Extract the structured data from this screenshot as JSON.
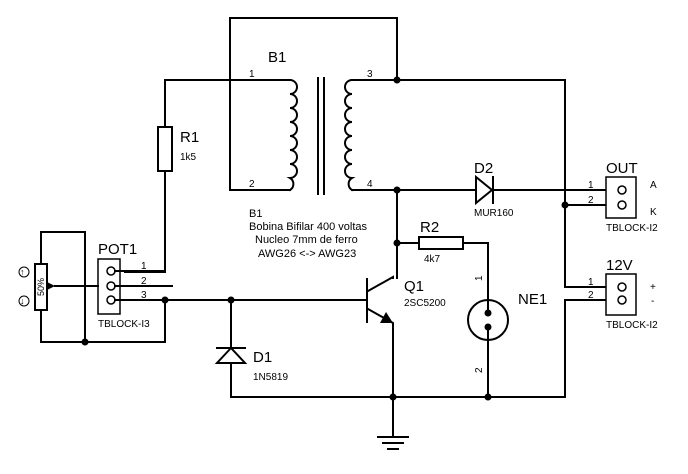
{
  "transformer": {
    "ref": "B1",
    "pins": [
      "1",
      "2",
      "3",
      "4"
    ],
    "desc_ref": "B1",
    "desc_line1": "Bobina Bifilar 400 voltas",
    "desc_line2": "Nucleo 7mm de ferro",
    "desc_line3": "AWG26 <-> AWG23"
  },
  "r1": {
    "ref": "R1",
    "value": "1k5"
  },
  "r2": {
    "ref": "R2",
    "value": "4k7"
  },
  "d1": {
    "ref": "D1",
    "value": "1N5819"
  },
  "d2": {
    "ref": "D2",
    "value": "MUR160"
  },
  "q1": {
    "ref": "Q1",
    "value": "2SC5200"
  },
  "ne1": {
    "ref": "NE1",
    "pin1": "1",
    "pin2": "2"
  },
  "pot": {
    "ref": "POT1",
    "block": "TBLOCK-I3",
    "pins": [
      "1",
      "2",
      "3"
    ],
    "wiper_label": "50%",
    "up_symbol": "↑",
    "down_symbol": "↓"
  },
  "out": {
    "ref": "OUT",
    "block": "TBLOCK-I2",
    "pins": [
      "1",
      "2"
    ],
    "label_a": "A",
    "label_k": "K"
  },
  "pwr": {
    "ref": "12V",
    "block": "TBLOCK-I2",
    "pins": [
      "1",
      "2"
    ],
    "label_plus": "+",
    "label_minus": "-"
  }
}
